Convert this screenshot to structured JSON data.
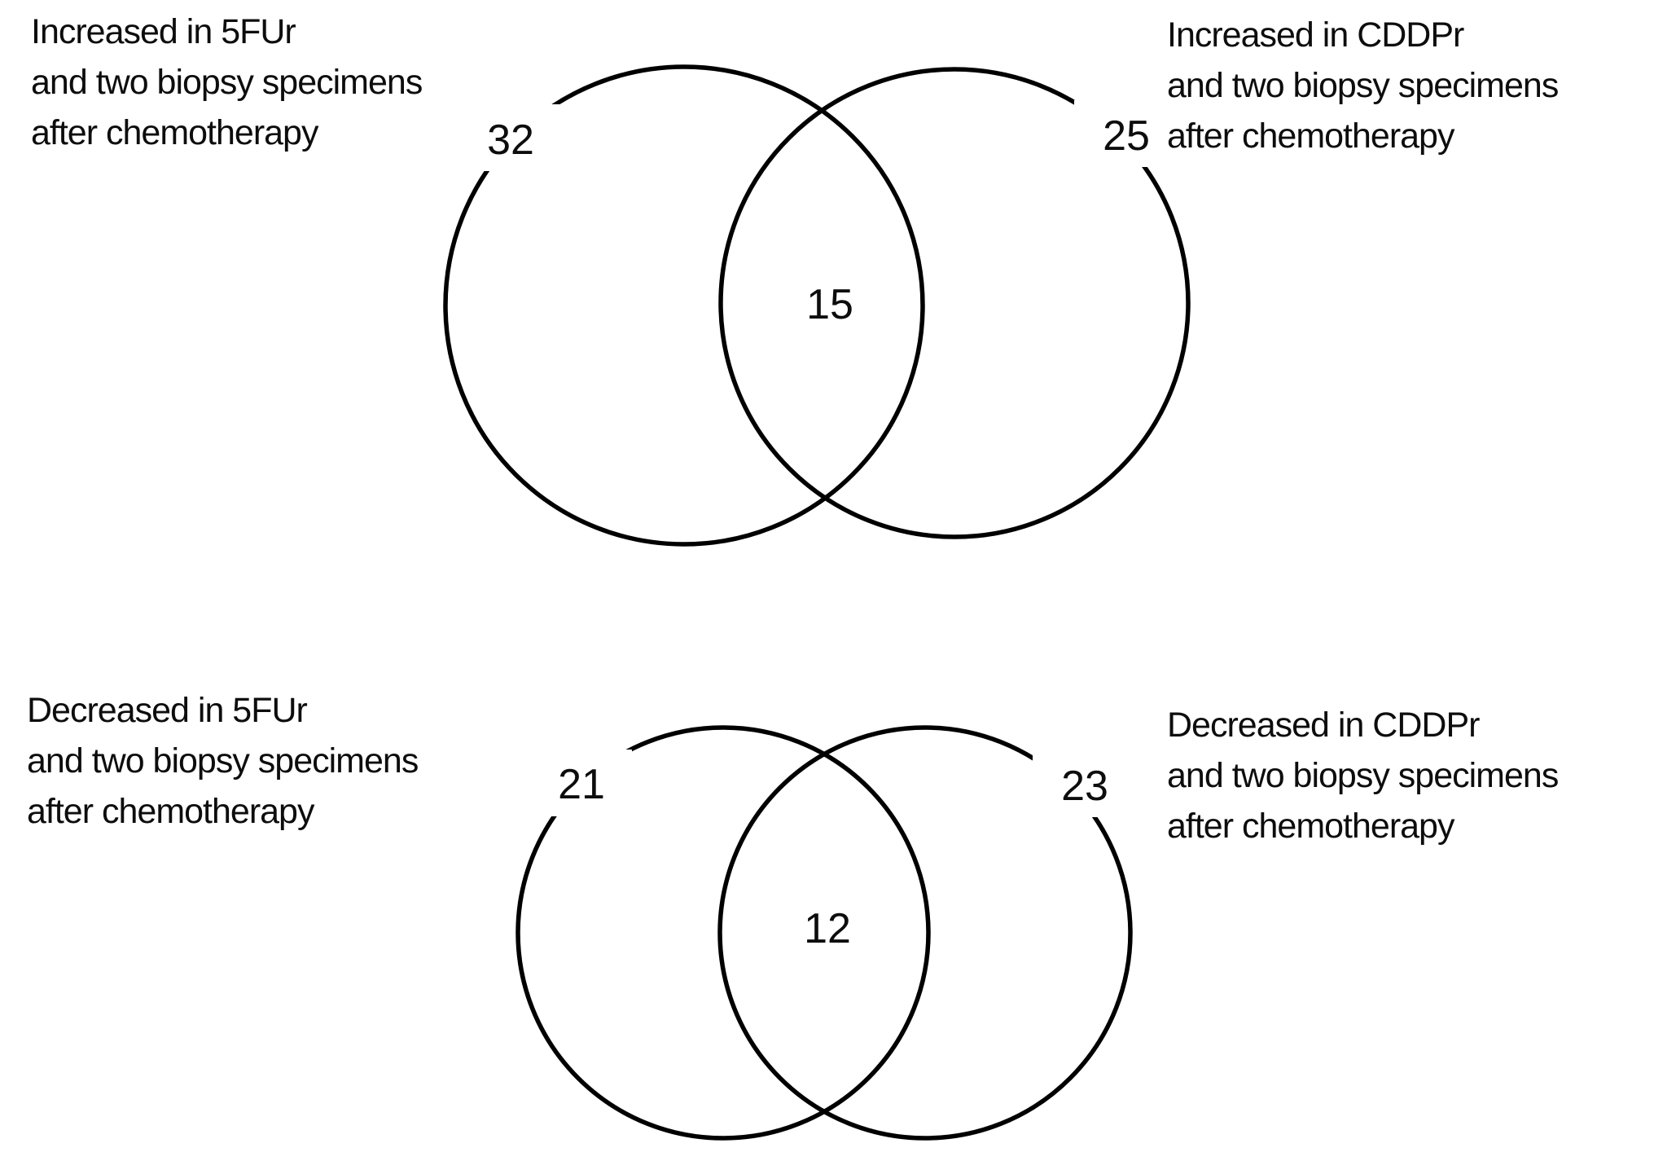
{
  "figure": {
    "background": "#ffffff",
    "stroke_color": "#000000",
    "text_color": "#0d0d0d"
  },
  "venn_top": {
    "left_label": {
      "lines": [
        "Increased in 5FUr",
        "and two biopsy specimens",
        "after chemotherapy"
      ]
    },
    "right_label": {
      "lines": [
        "Increased in CDDPr",
        "and two biopsy specimens",
        "after chemotherapy"
      ]
    },
    "left_count": "32",
    "overlap_count": "15",
    "right_count": "25"
  },
  "venn_bottom": {
    "left_label": {
      "lines": [
        "Decreased in 5FUr",
        "and two biopsy specimens",
        "after chemotherapy"
      ]
    },
    "right_label": {
      "lines": [
        "Decreased in CDDPr",
        "and two biopsy specimens",
        "after chemotherapy"
      ]
    },
    "left_count": "21",
    "overlap_count": "12",
    "right_count": "23"
  },
  "chart_data": [
    {
      "type": "venn",
      "title": "",
      "sets": [
        {
          "label": "Increased in 5FUr and two biopsy specimens after chemotherapy",
          "only_value": 32
        },
        {
          "label": "Increased in CDDPr and two biopsy specimens after chemotherapy",
          "only_value": 25
        }
      ],
      "overlap_value": 15
    },
    {
      "type": "venn",
      "title": "",
      "sets": [
        {
          "label": "Decreased in 5FUr and two biopsy specimens after chemotherapy",
          "only_value": 21
        },
        {
          "label": "Decreased in CDDPr and two biopsy specimens after chemotherapy",
          "only_value": 23
        }
      ],
      "overlap_value": 12
    }
  ]
}
